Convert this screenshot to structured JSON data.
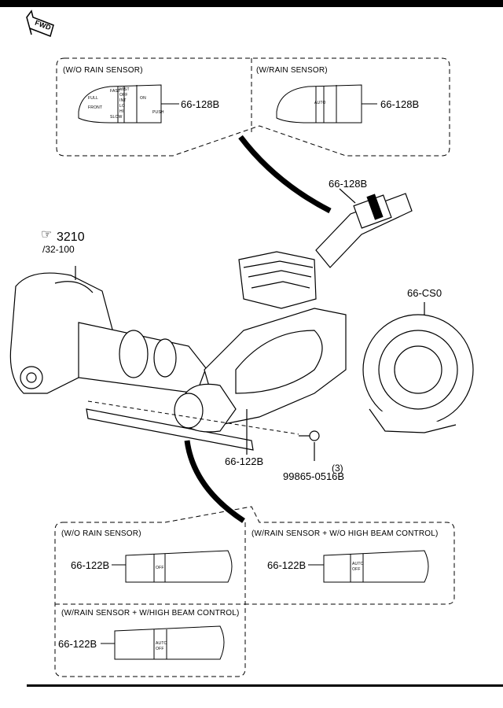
{
  "fwd_label": "FWD",
  "top_panel": {
    "left_caption": "(W/O RAIN SENSOR)",
    "right_caption": "(W/RAIN SENSOR)",
    "left_part": "66-128B",
    "right_part": "66-128B"
  },
  "main": {
    "wiper_switch_label": "66-128B",
    "column_ref": "3210",
    "column_ref_sub": "/32-100",
    "clock_spring_label": "66-CS0",
    "combination_switch_label": "66-122B",
    "screw_qty": "(3)",
    "screw_part": "99865-0516B"
  },
  "bottom_panel": {
    "top_left_caption": "(W/O RAIN SENSOR)",
    "top_right_caption": "(W/RAIN SENSOR + W/O HIGH BEAM CONTROL)",
    "bottom_left_caption": "(W/RAIN SENSOR + W/HIGH BEAM CONTROL)",
    "top_left_part": "66-122B",
    "top_right_part": "66-122B",
    "bottom_left_part": "66-122B"
  },
  "wiper_knob_labels": {
    "mist": "MIST",
    "off": "OFF",
    "int": "INT",
    "lo": "LO",
    "hi": "HI",
    "fast": "FAST",
    "slow": "SLOW",
    "auto": "AUTO",
    "on": "ON",
    "push": "PUSH",
    "front": "FRONT",
    "full": "FULL"
  },
  "light_knob_labels": {
    "off": "OFF",
    "auto": "AUTO"
  }
}
